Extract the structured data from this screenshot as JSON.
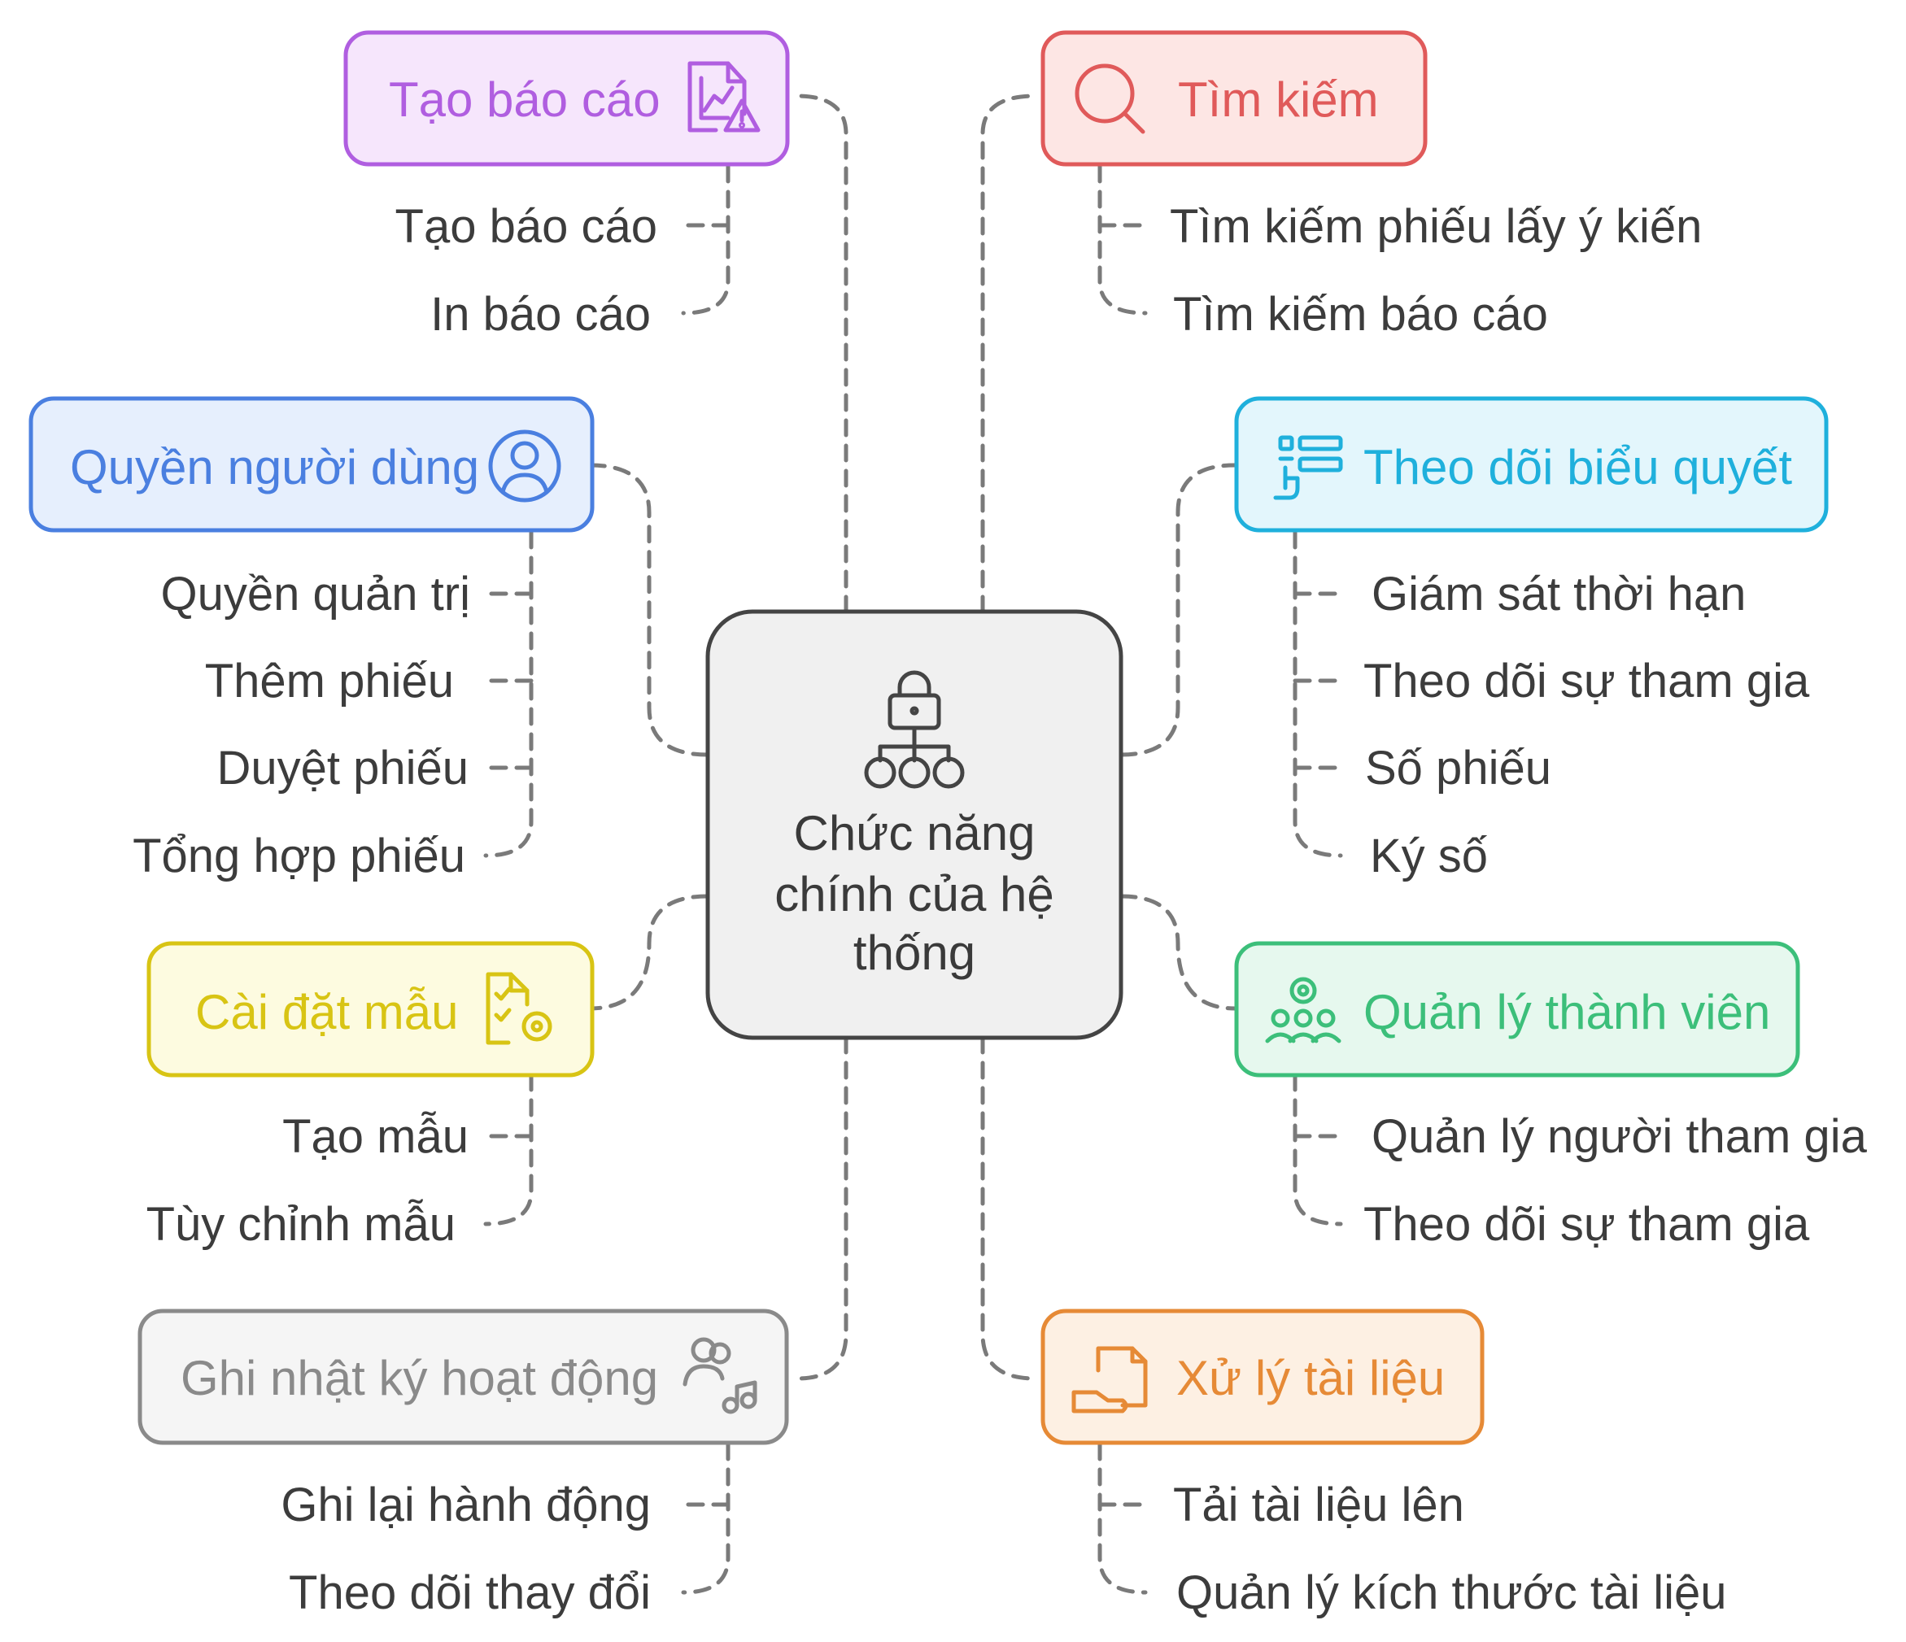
{
  "center": {
    "lines": [
      "Chức năng",
      "chính của hệ",
      "thống"
    ],
    "icon": "lock-network-icon",
    "color": "#444444",
    "fill": "#f0f0f0"
  },
  "branches": [
    {
      "id": "tao-bao-cao",
      "label": "Tạo báo cáo",
      "icon": "report-warning-icon",
      "color": "#b05ee0",
      "fill": "#f6e6fc",
      "items": [
        "Tạo báo cáo",
        "In báo cáo"
      ]
    },
    {
      "id": "tim-kiem",
      "label": "Tìm kiếm",
      "icon": "search-icon",
      "color": "#e05a5a",
      "fill": "#fde6e4",
      "items": [
        "Tìm kiếm phiếu lấy ý kiến",
        "Tìm kiếm báo cáo"
      ]
    },
    {
      "id": "quyen-nguoi-dung",
      "label": "Quyền người dùng",
      "icon": "user-circle-icon",
      "color": "#4a7fe0",
      "fill": "#e6effd",
      "items": [
        "Quyền quản trị",
        "Thêm phiếu",
        "Duyệt phiếu",
        "Tổng hợp phiếu"
      ]
    },
    {
      "id": "theo-doi-bieu-quyet",
      "label": "Theo dõi biểu quyết",
      "icon": "tap-list-icon",
      "color": "#1fb0dc",
      "fill": "#e3f6fc",
      "items": [
        "Giám sát thời hạn",
        "Theo dõi sự tham gia",
        "Số phiếu",
        "Ký số"
      ]
    },
    {
      "id": "cai-dat-mau",
      "label": "Cài đặt mẫu",
      "icon": "checklist-gear-icon",
      "color": "#d8c414",
      "fill": "#fdfbe0",
      "items": [
        "Tạo mẫu",
        "Tùy chỉnh mẫu"
      ]
    },
    {
      "id": "quan-ly-thanh-vien",
      "label": "Quản lý thành viên",
      "icon": "team-gear-icon",
      "color": "#3cbf7a",
      "fill": "#e6f8ee",
      "items": [
        "Quản lý người tham gia",
        "Theo dõi sự tham gia"
      ]
    },
    {
      "id": "ghi-nhat-ky",
      "label": "Ghi nhật ký hoạt động",
      "icon": "users-music-icon",
      "color": "#8a8a8a",
      "fill": "#f5f5f5",
      "items": [
        "Ghi lại hành động",
        "Theo dõi thay đổi"
      ]
    },
    {
      "id": "xu-ly-tai-lieu",
      "label": "Xử lý tài liệu",
      "icon": "document-hand-icon",
      "color": "#e68a36",
      "fill": "#fdf0e3",
      "items": [
        "Tải tài liệu lên",
        "Quản lý kích thước tài liệu"
      ]
    }
  ]
}
